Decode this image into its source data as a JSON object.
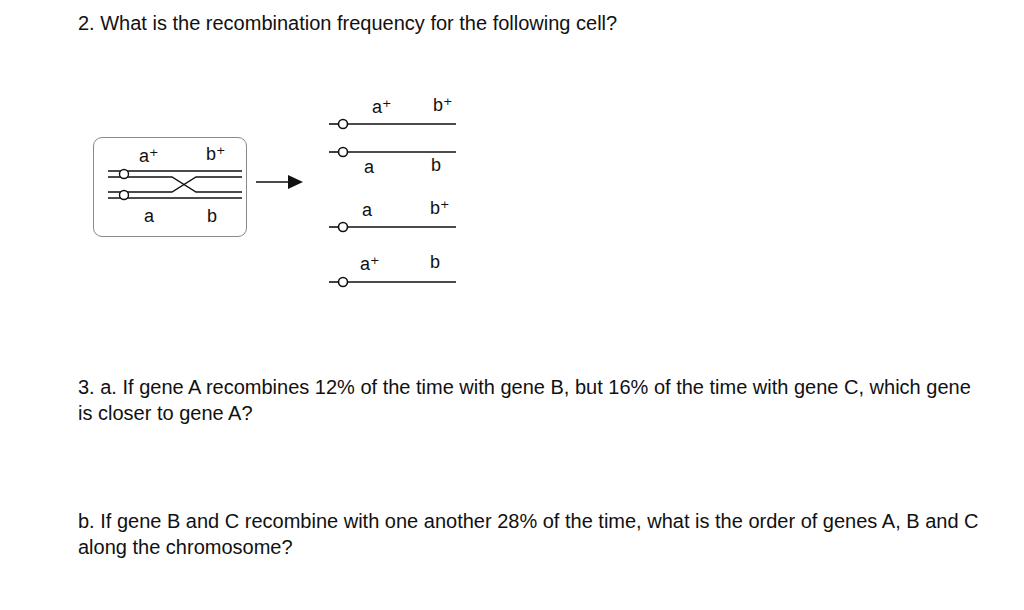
{
  "diagram": {
    "nodes": [
      {
        "text": [
          "a⁺",
          "b⁺",
          "a",
          "b"
        ]
      }
    ],
    "labels": [
      "2. What is the recombination frequency for the following cell?",
      "a⁺",
      "b⁺",
      "a",
      "b",
      "a",
      "b⁺",
      "a⁺",
      "b",
      "3. a. If gene A recombines 12% of the time with gene B, but 16% of the time with gene C, which gene is closer to gene A?",
      "b. If gene B and C recombine with one another 28% of the time, what is the order of genes A, B and C along the chromosome?"
    ]
  }
}
